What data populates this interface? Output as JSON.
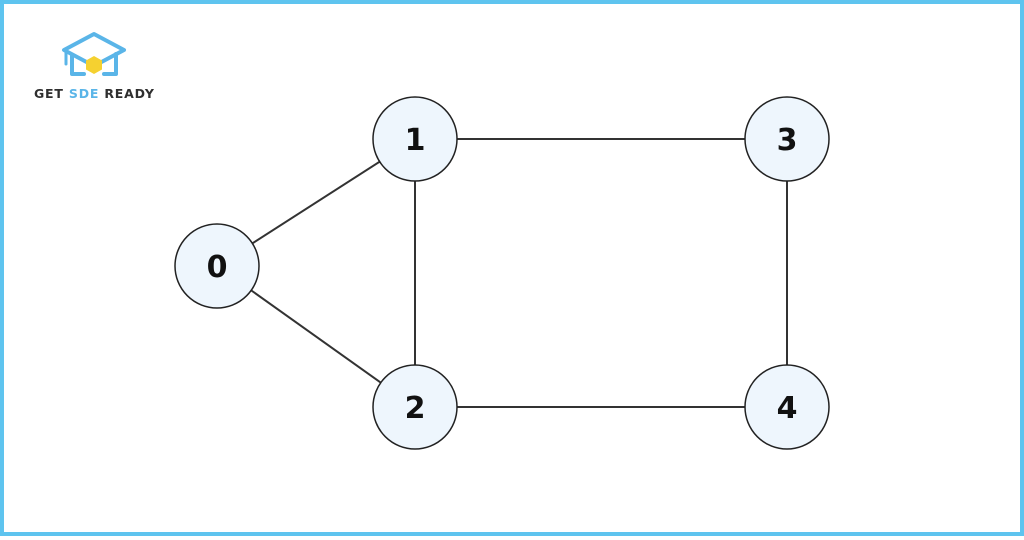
{
  "logo": {
    "text_part1": "GET",
    "text_part2": "SDE",
    "text_part3": "READY",
    "icon": "graduation-house-icon",
    "colors": {
      "primary": "#5ab5e8",
      "accent": "#f5d130",
      "text": "#2f2f2f"
    }
  },
  "graph": {
    "nodes": [
      {
        "id": 0,
        "label": "0"
      },
      {
        "id": 1,
        "label": "1"
      },
      {
        "id": 2,
        "label": "2"
      },
      {
        "id": 3,
        "label": "3"
      },
      {
        "id": 4,
        "label": "4"
      }
    ],
    "edges": [
      [
        0,
        1
      ],
      [
        0,
        2
      ],
      [
        1,
        2
      ],
      [
        1,
        3
      ],
      [
        2,
        4
      ],
      [
        3,
        4
      ]
    ],
    "colors": {
      "node_fill": "#eef6fd",
      "node_stroke": "#222222",
      "edge": "#333333",
      "border": "#5ec4ef"
    }
  }
}
